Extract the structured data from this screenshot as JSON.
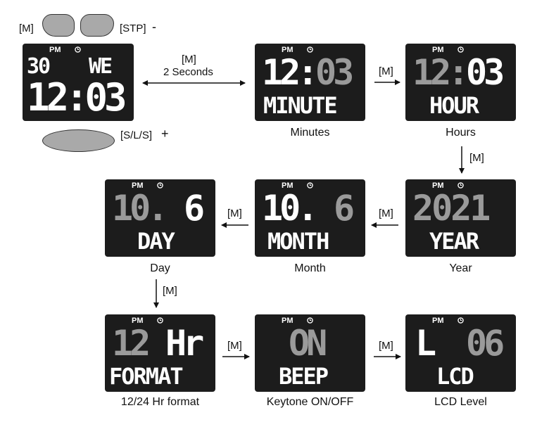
{
  "buttons": {
    "mode_label": "[M]",
    "stop_label": "[STP]",
    "stop_sign": "-",
    "sls_label": "[S/L/S]",
    "sls_sign": "+"
  },
  "transition_main": {
    "line1": "[M]",
    "line2": "2 Seconds"
  },
  "arrow_label": "[M]",
  "main_display": {
    "pm": "PM",
    "date": "30",
    "weekday": "WE",
    "time": "12:03"
  },
  "screens": [
    {
      "pm": "PM",
      "top_a": "12:",
      "top_b": "03",
      "bottom": "MINUTE",
      "caption": "Minutes"
    },
    {
      "pm": "PM",
      "top_a": "12:",
      "top_b": "03",
      "bottom": "HOUR",
      "caption": "Hours"
    },
    {
      "pm": "PM",
      "top": "2021",
      "bottom": "YEAR",
      "caption": "Year"
    },
    {
      "pm": "PM",
      "top_a": "10.",
      "top_b": "6",
      "bottom": "MONTH",
      "caption": "Month"
    },
    {
      "pm": "PM",
      "top_a": "10.",
      "top_b": "6",
      "bottom": "DAY",
      "caption": "Day"
    },
    {
      "pm": "PM",
      "top_a": "12",
      "top_b": "Hr",
      "bottom": "FORMAT",
      "caption": "12/24 Hr format"
    },
    {
      "pm": "PM",
      "top": "ON",
      "bottom": "BEEP",
      "caption": "Keytone ON/OFF"
    },
    {
      "pm": "PM",
      "top_a": "L",
      "top_b": "06",
      "bottom": "LCD",
      "caption": "LCD Level"
    }
  ],
  "colors": {
    "lcd_bg": "#1c1c1c",
    "segment_on": "#ffffff",
    "segment_dim": "#9a9a9a",
    "button_fill": "#a9a9a9"
  }
}
